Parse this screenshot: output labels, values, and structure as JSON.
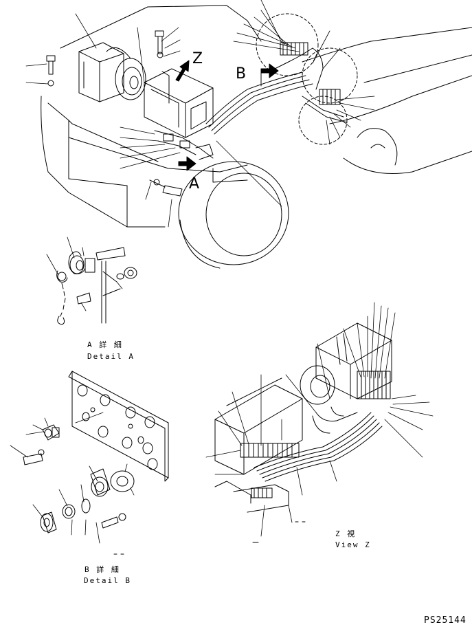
{
  "callouts": {
    "z": "Z",
    "b": "B",
    "a": "A"
  },
  "captions": {
    "detail_a_ja": "A 詳 細",
    "detail_a_en": "Detail A",
    "detail_b_ja": "B 詳 細",
    "detail_b_en": "Detail B",
    "view_z_ja": "Z  視",
    "view_z_en": "View Z"
  },
  "drawing_code": "PS25144"
}
